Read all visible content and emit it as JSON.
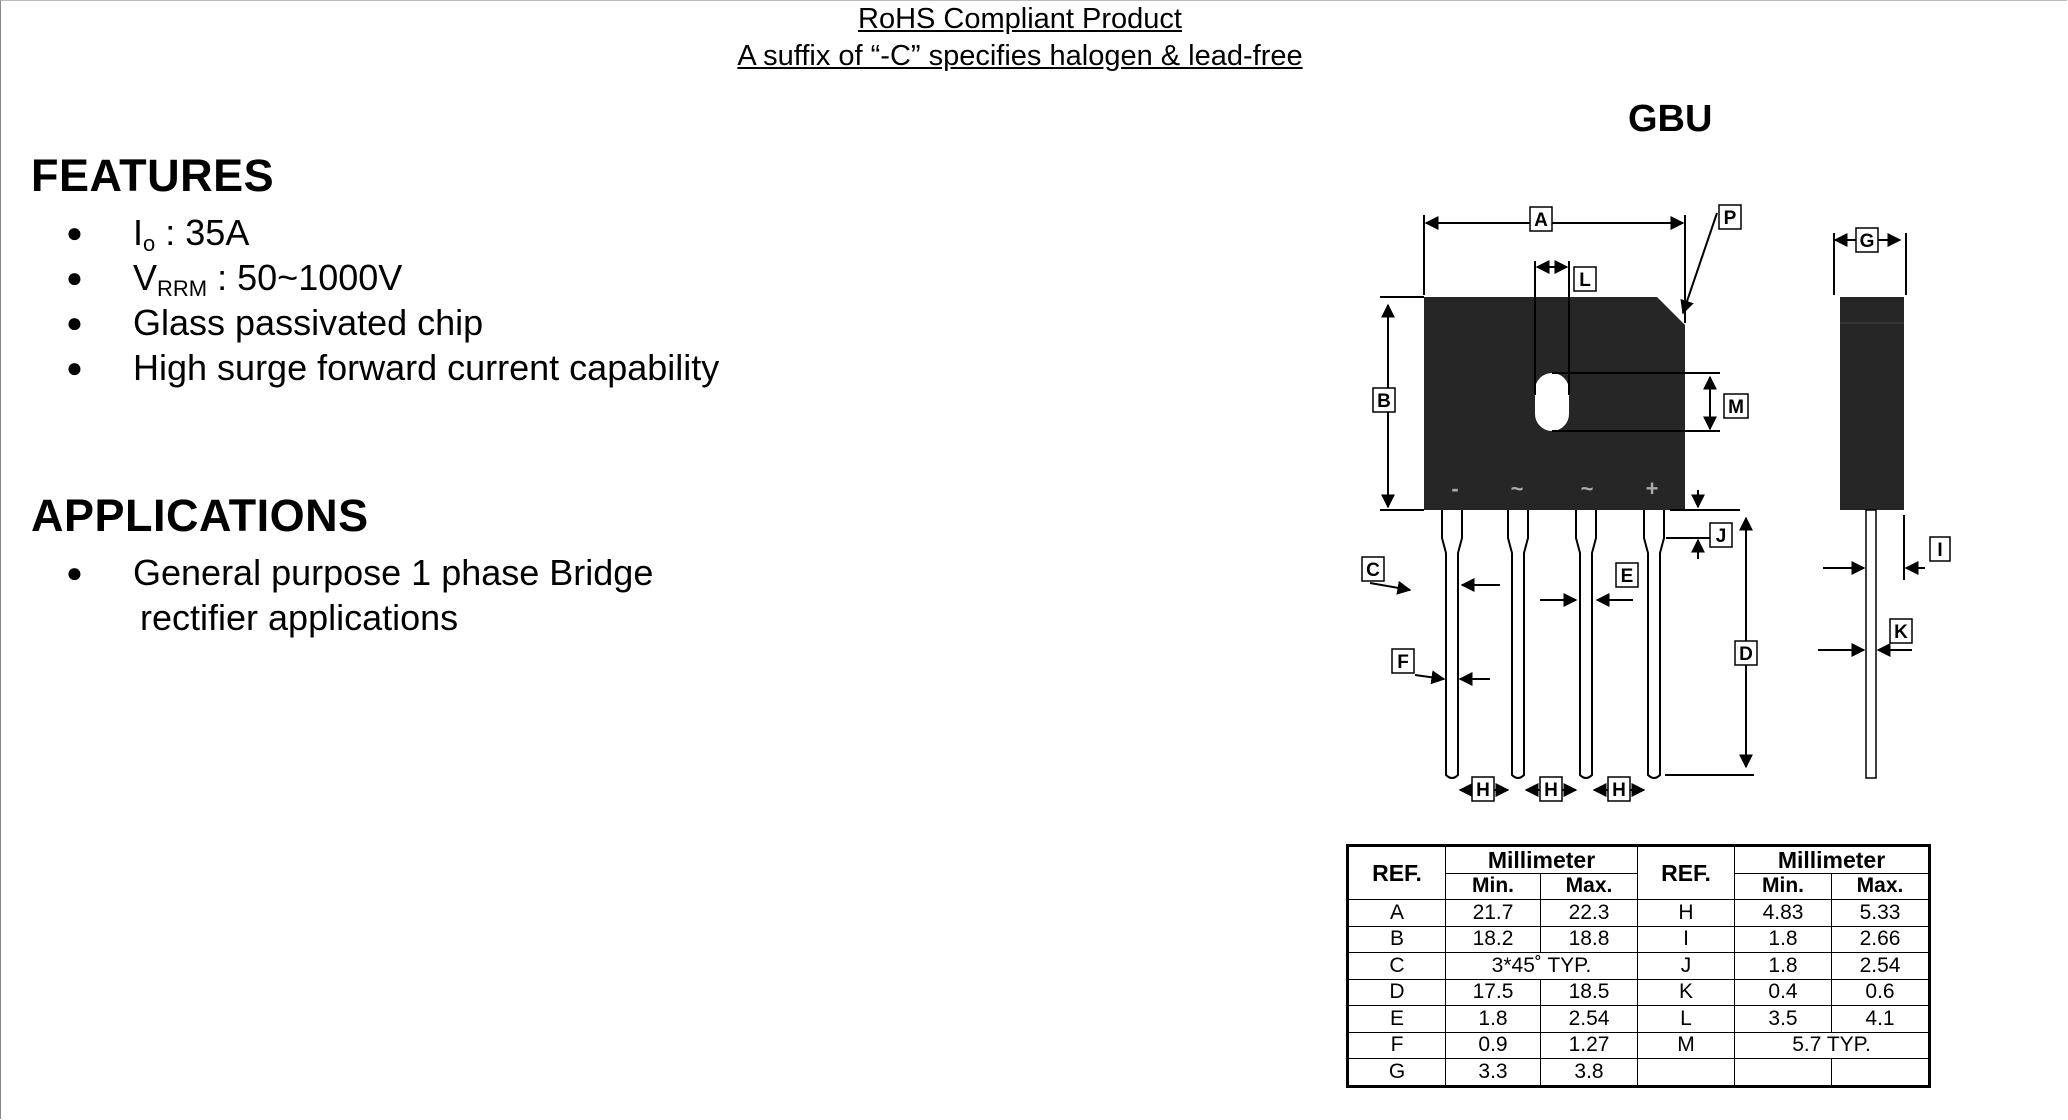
{
  "header": {
    "line1": "RoHS Compliant Product",
    "line2": "A suffix of “-C” specifies halogen & lead-free"
  },
  "features": {
    "title": "FEATURES",
    "items": [
      {
        "main": "I",
        "sub": "o",
        "rest": " : 35A"
      },
      {
        "main": "V",
        "sub": "RRM",
        "rest": " : 50~1000V"
      },
      {
        "main": "Glass passivated chip"
      },
      {
        "main": "High surge forward current capability"
      }
    ]
  },
  "applications": {
    "title": "APPLICATIONS",
    "line1": "General purpose 1 phase Bridge",
    "line2": "rectifier applications"
  },
  "package": {
    "title": "GBU",
    "labels": {
      "A": "A",
      "B": "B",
      "C": "C",
      "D": "D",
      "E": "E",
      "F": "F",
      "G": "G",
      "H": "H",
      "I": "I",
      "J": "J",
      "K": "K",
      "L": "L",
      "M": "M",
      "P": "P"
    },
    "pins": [
      "-",
      "~",
      "~",
      "+"
    ]
  },
  "table": {
    "ref": "REF.",
    "group": "Millimeter",
    "min": "Min.",
    "max": "Max.",
    "rows": [
      {
        "r1": "A",
        "min1": "21.7",
        "max1": "22.3",
        "r2": "H",
        "min2": "4.83",
        "max2": "5.33"
      },
      {
        "r1": "B",
        "min1": "18.2",
        "max1": "18.8",
        "r2": "I",
        "min2": "1.8",
        "max2": "2.66"
      },
      {
        "r1": "C",
        "span1": "3*45˚ TYP.",
        "r2": "J",
        "min2": "1.8",
        "max2": "2.54"
      },
      {
        "r1": "D",
        "min1": "17.5",
        "max1": "18.5",
        "r2": "K",
        "min2": "0.4",
        "max2": "0.6"
      },
      {
        "r1": "E",
        "min1": "1.8",
        "max1": "2.54",
        "r2": "L",
        "min2": "3.5",
        "max2": "4.1"
      },
      {
        "r1": "F",
        "min1": "0.9",
        "max1": "1.27",
        "r2": "M",
        "span2": "5.7 TYP."
      },
      {
        "r1": "G",
        "min1": "3.3",
        "max1": "3.8",
        "r2": "",
        "min2": "",
        "max2": ""
      }
    ]
  }
}
